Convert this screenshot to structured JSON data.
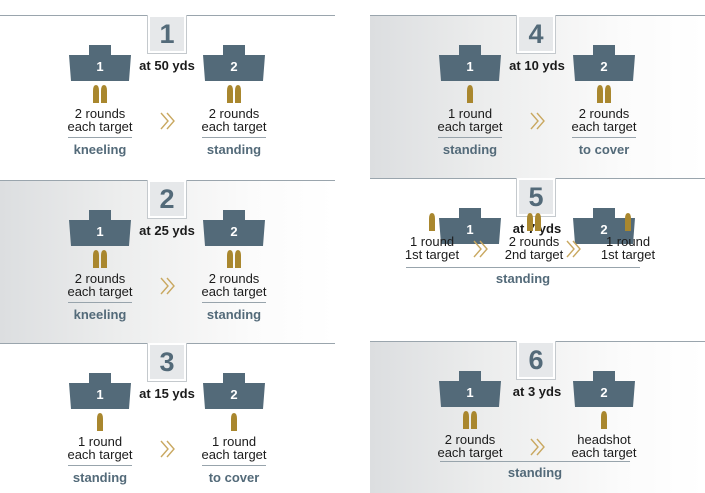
{
  "colors": {
    "target": "#536a79",
    "ammo": "#a9872e",
    "rule": "#9aa5ad",
    "label": "#536a79"
  },
  "icons": {
    "target": "target-silhouette-icon",
    "ammo": "cartridge-icon",
    "arrow": "double-chevron-right-icon"
  },
  "stages": [
    {
      "number": "1",
      "distance": "at 50 yds",
      "targets": [
        "1",
        "2"
      ],
      "steps": [
        {
          "rounds": 2,
          "text_top": "2 rounds",
          "text_bottom": "each target",
          "position": "kneeling"
        },
        {
          "rounds": 2,
          "text_top": "2 rounds",
          "text_bottom": "each target",
          "position": "standing"
        }
      ]
    },
    {
      "number": "2",
      "distance": "at 25 yds",
      "targets": [
        "1",
        "2"
      ],
      "steps": [
        {
          "rounds": 2,
          "text_top": "2 rounds",
          "text_bottom": "each target",
          "position": "kneeling"
        },
        {
          "rounds": 2,
          "text_top": "2 rounds",
          "text_bottom": "each target",
          "position": "standing"
        }
      ]
    },
    {
      "number": "3",
      "distance": "at 15 yds",
      "targets": [
        "1",
        "2"
      ],
      "steps": [
        {
          "rounds": 1,
          "text_top": "1 round",
          "text_bottom": "each target",
          "position": "standing"
        },
        {
          "rounds": 1,
          "text_top": "1 round",
          "text_bottom": "each target",
          "position": "to cover"
        }
      ]
    },
    {
      "number": "4",
      "distance": "at 10 yds",
      "targets": [
        "1",
        "2"
      ],
      "steps": [
        {
          "rounds": 1,
          "text_top": "1 round",
          "text_bottom": "each target",
          "position": "standing"
        },
        {
          "rounds": 2,
          "text_top": "2 rounds",
          "text_bottom": "each target",
          "position": "to cover"
        }
      ]
    },
    {
      "number": "5",
      "distance": "at 7 yds",
      "targets": [
        "1",
        "2"
      ],
      "position": "standing",
      "steps": [
        {
          "rounds": 1,
          "text_top": "1 round",
          "text_bottom": "1st target"
        },
        {
          "rounds": 2,
          "text_top": "2 rounds",
          "text_bottom": "2nd target"
        },
        {
          "rounds": 1,
          "text_top": "1 round",
          "text_bottom": "1st target"
        }
      ]
    },
    {
      "number": "6",
      "distance": "at 3 yds",
      "targets": [
        "1",
        "2"
      ],
      "position": "standing",
      "steps": [
        {
          "rounds": 2,
          "text_top": "2 rounds",
          "text_bottom": "each target"
        },
        {
          "rounds": 1,
          "text_top": "headshot",
          "text_bottom": "each target"
        }
      ]
    }
  ]
}
